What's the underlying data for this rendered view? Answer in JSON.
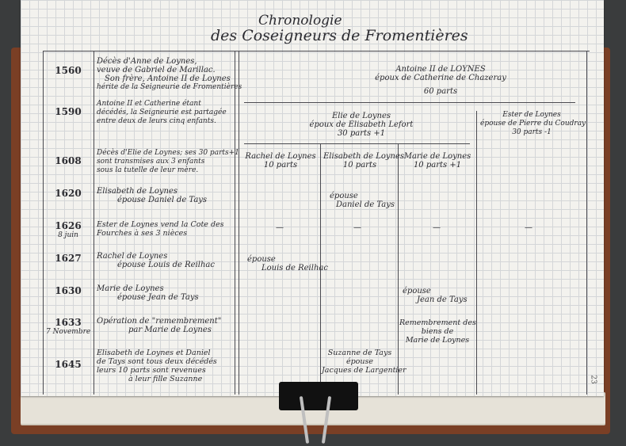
{
  "title": {
    "line1": "Chronologie",
    "line2": "des Coseigneurs de Fromentières"
  },
  "rows": [
    {
      "year": "1560",
      "date": "",
      "event": [
        "Décès d'Anne de Loynes,",
        "veuve de Gabriel de Marillac.",
        "Son frère, Antoine II de Loynes",
        "hérite de la Seigneurie de Fromentières"
      ]
    },
    {
      "year": "1590",
      "date": "",
      "event": [
        "Antoine II et Catherine étant",
        "décédés, la Seigneurie est partagée",
        "entre deux de leurs cinq enfants."
      ]
    },
    {
      "year": "1608",
      "date": "",
      "event": [
        "Décès d'Elie de Loynes; ses 30 parts+1",
        "sont transmises aux 3 enfants",
        "sous la tutelle de leur mère."
      ]
    },
    {
      "year": "1620",
      "date": "",
      "event": [
        "Elisabeth de Loynes",
        "épouse Daniel de Tays"
      ]
    },
    {
      "year": "1626",
      "date": "8 juin",
      "event": [
        "Ester de Loynes vend la Cote des",
        "Fourches à ses 3 nièces"
      ]
    },
    {
      "year": "1627",
      "date": "",
      "event": [
        "Rachel de Loynes",
        "épouse Louis de Reilhac"
      ]
    },
    {
      "year": "1630",
      "date": "",
      "event": [
        "Marie de Loynes",
        "épouse Jean de Tays"
      ]
    },
    {
      "year": "1633",
      "date": "7 Novembre",
      "event": [
        "Opération de \"remembrement\"",
        "par Marie de Loynes"
      ]
    },
    {
      "year": "1645",
      "date": "",
      "event": [
        "Elisabeth de Loynes et Daniel",
        "de Tays sont tous deux décédés",
        "leurs 10 parts sont revenues",
        "à leur fille Suzanne"
      ]
    }
  ],
  "tree": {
    "antoine": [
      "Antoine II de LOYNES",
      "époux de Catherine de Chazeray",
      "60 parts"
    ],
    "elie": [
      "Elie de Loynes",
      "époux de Elisabeth Lefort",
      "30 parts +1"
    ],
    "ester": [
      "Ester de Loynes",
      "épouse de Pierre du Coudray",
      "30 parts -1"
    ],
    "rachel": [
      "Rachel de Loynes",
      "10 parts"
    ],
    "elisabeth": [
      "Elisabeth de Loynes",
      "10 parts"
    ],
    "marie": [
      "Marie de Loynes",
      "10 parts +1"
    ],
    "epouse_daniel": [
      "épouse",
      "Daniel de Tays"
    ],
    "epouse_louis": [
      "épouse",
      "Louis de Reilhac"
    ],
    "epouse_jean": [
      "épouse",
      "Jean de Tays"
    ],
    "remembrement": [
      "Remembrement des",
      "biens de",
      "Marie de Loynes"
    ],
    "suzanne": [
      "Suzanne de Tays",
      "épouse",
      "Jacques de Largentier"
    ],
    "dash": "—"
  },
  "page_number": "23"
}
